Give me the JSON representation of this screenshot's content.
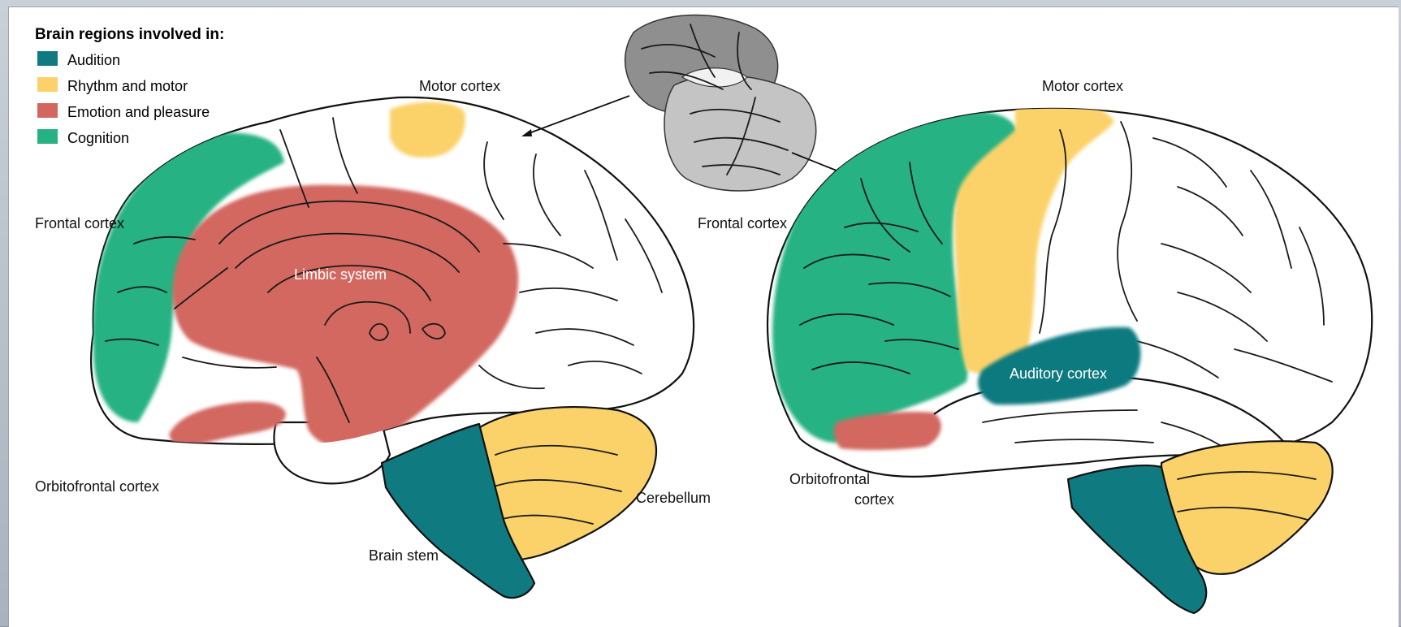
{
  "legend": {
    "title": "Brain regions involved in:",
    "items": [
      {
        "label": "Audition",
        "color": "#0f7a80"
      },
      {
        "label": "Rhythm and motor",
        "color": "#fbd26a"
      },
      {
        "label": "Emotion and pleasure",
        "color": "#d26760"
      },
      {
        "label": "Cognition",
        "color": "#26b282"
      }
    ]
  },
  "medial_view": {
    "motor_cortex": "Motor cortex",
    "frontal_cortex": "Frontal cortex",
    "limbic_system": "Limbic system",
    "orbitofrontal_cortex": "Orbitofrontal cortex",
    "cerebellum": "Cerebellum",
    "brain_stem": "Brain stem"
  },
  "lateral_view": {
    "motor_cortex": "Motor cortex",
    "frontal_cortex": "Frontal cortex",
    "auditory_cortex": "Auditory cortex",
    "orbitofrontal_line1": "Orbitofrontal",
    "orbitofrontal_line2": "cortex"
  },
  "colors": {
    "audition": "#0f7a80",
    "rhythm": "#fbd26a",
    "emotion": "#d26760",
    "cognition": "#26b282"
  }
}
